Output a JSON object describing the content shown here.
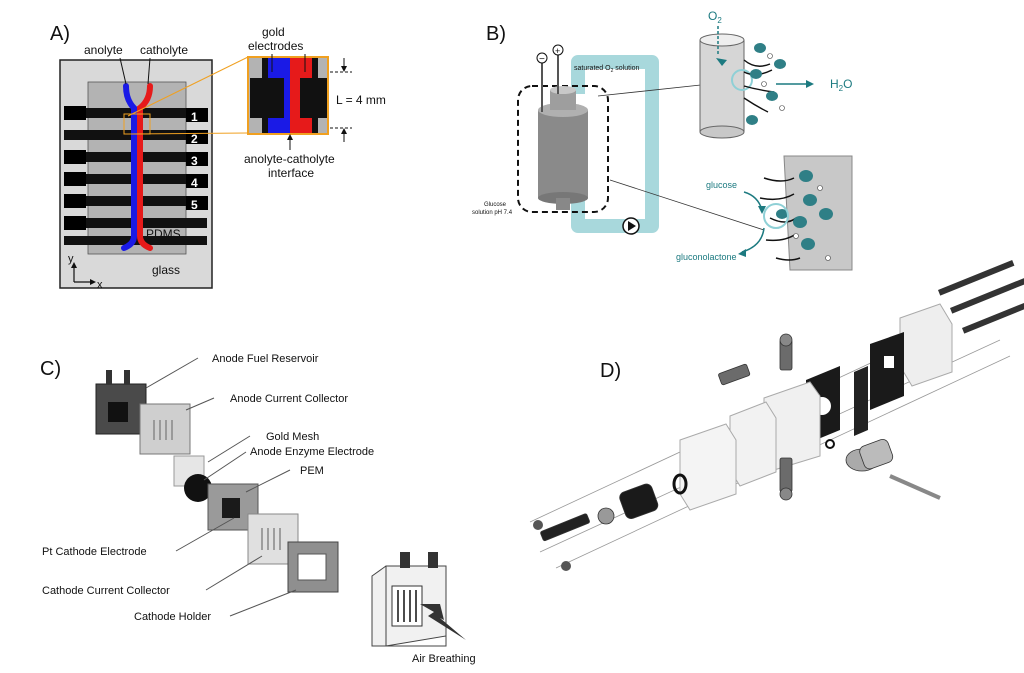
{
  "panels": {
    "a": {
      "letter": "A)",
      "labels": {
        "anolyte": "anolyte",
        "catholyte": "catholyte",
        "gold_electrodes_line1": "gold",
        "gold_electrodes_line2": "electrodes",
        "length": "L = 4 mm",
        "interface_line1": "anolyte-catholyte",
        "interface_line2": "interface",
        "pdms": "PDMS",
        "glass": "glass",
        "axis_y": "y",
        "axis_x": "x"
      },
      "electrode_numbers": [
        "1",
        "2",
        "3",
        "4",
        "5"
      ],
      "colors": {
        "anolyte": "#1a1ae6",
        "catholyte": "#e61a1a",
        "inset_border": "#f0a020"
      }
    },
    "b": {
      "letter": "B)",
      "labels": {
        "o2_solution": "saturated O",
        "o2_solution_sub": "2",
        "o2_solution_tail": " solution",
        "glucose_solution_line1": "Glucose",
        "glucose_solution_line2": "solution pH 7.4",
        "o2": "O",
        "o2_sub": "2",
        "h2o_h": "H",
        "h2o_sub": "2",
        "h2o_o": "O",
        "glucose": "glucose",
        "gluconolactone": "gluconolactone",
        "neg_terminal": "−",
        "pos_terminal": "+"
      },
      "colors": {
        "tubing": "#a8d8dc",
        "enzyme": "#2f7f86",
        "label_teal": "#1c7a80"
      }
    },
    "c": {
      "letter": "C)",
      "callouts": [
        "Anode Fuel Reservoir",
        "Anode Current Collector",
        "Gold Mesh",
        "Anode Enzyme Electrode",
        "PEM",
        "Pt Cathode Electrode",
        "Cathode Current Collector",
        "Cathode Holder"
      ],
      "air_breathing": "Air Breathing"
    },
    "d": {
      "letter": "D)"
    }
  }
}
